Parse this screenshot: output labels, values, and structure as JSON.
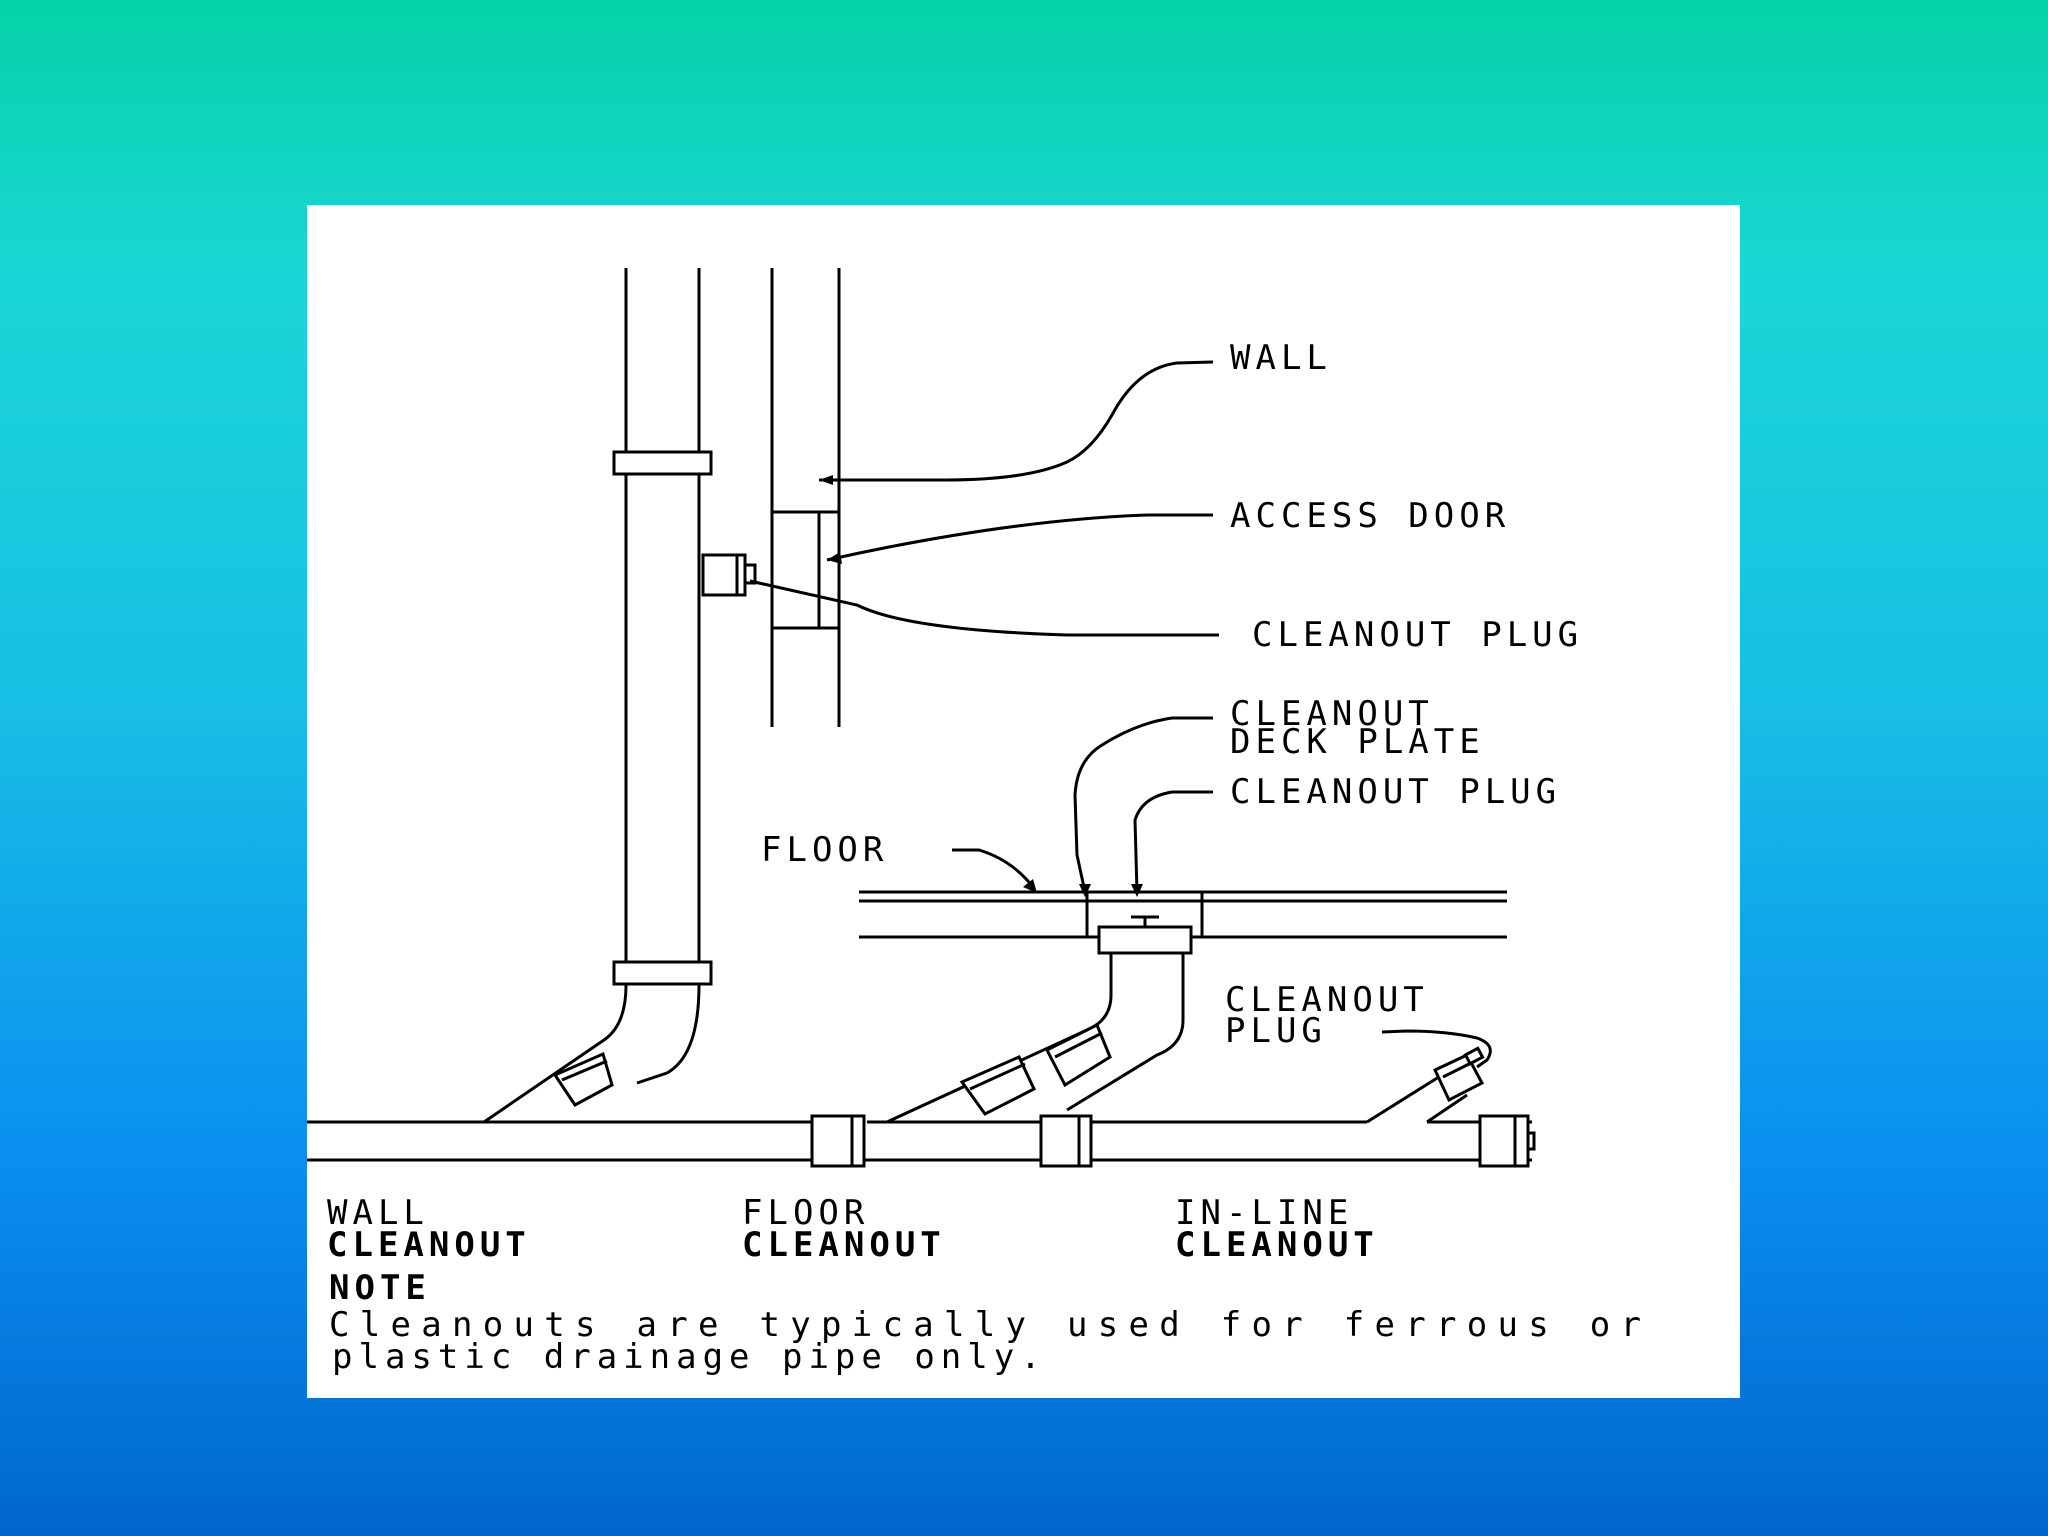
{
  "diagram": {
    "labels": {
      "wall": "WALL",
      "access_door": "ACCESS DOOR",
      "cleanout_plug_wall": "CLEANOUT PLUG",
      "cleanout_deck_plate_line1": "CLEANOUT",
      "cleanout_deck_plate_line2": "DECK PLATE",
      "cleanout_plug_floor": "CLEANOUT PLUG",
      "floor": "FLOOR",
      "cleanout_plug_inline_line1": "CLEANOUT",
      "cleanout_plug_inline_line2": "PLUG"
    },
    "captions": {
      "wall_line1": "WALL",
      "wall_line2": "CLEANOUT",
      "floor_line1": "FLOOR",
      "floor_line2": "CLEANOUT",
      "inline_line1": "IN-LINE",
      "inline_line2": "CLEANOUT"
    },
    "note": {
      "heading": "NOTE",
      "line1": "Cleanouts are typically used for ferrous or",
      "line2": "plastic drainage pipe only."
    }
  }
}
